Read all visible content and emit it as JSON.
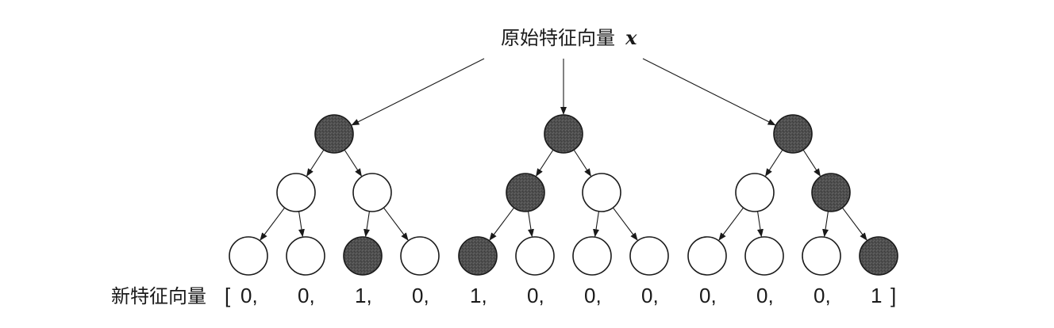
{
  "input_label": {
    "text": "原始特征向量",
    "variable": "x"
  },
  "output_label": {
    "text": "新特征向量",
    "open_bracket": "[",
    "close_bracket": "]"
  },
  "trees": [
    {
      "root_active": true,
      "children_active": [
        false,
        false
      ],
      "leaves_active": [
        false,
        false,
        true,
        false
      ],
      "path": [
        1,
        2
      ]
    },
    {
      "root_active": true,
      "children_active": [
        true,
        false
      ],
      "leaves_active": [
        true,
        false,
        false,
        false
      ],
      "path": [
        0,
        0
      ]
    },
    {
      "root_active": true,
      "children_active": [
        false,
        true
      ],
      "leaves_active": [
        false,
        false,
        false,
        true
      ],
      "path": [
        1,
        3
      ]
    }
  ],
  "feature_vector": [
    "0,",
    "0,",
    "1,",
    "0,",
    "1,",
    "0,",
    "0,",
    "0,",
    "0,",
    "0,",
    "0,",
    "1"
  ],
  "colors": {
    "active_fill": "#4d4d4d",
    "inactive_fill": "#ffffff",
    "stroke": "#1a1a1a"
  }
}
